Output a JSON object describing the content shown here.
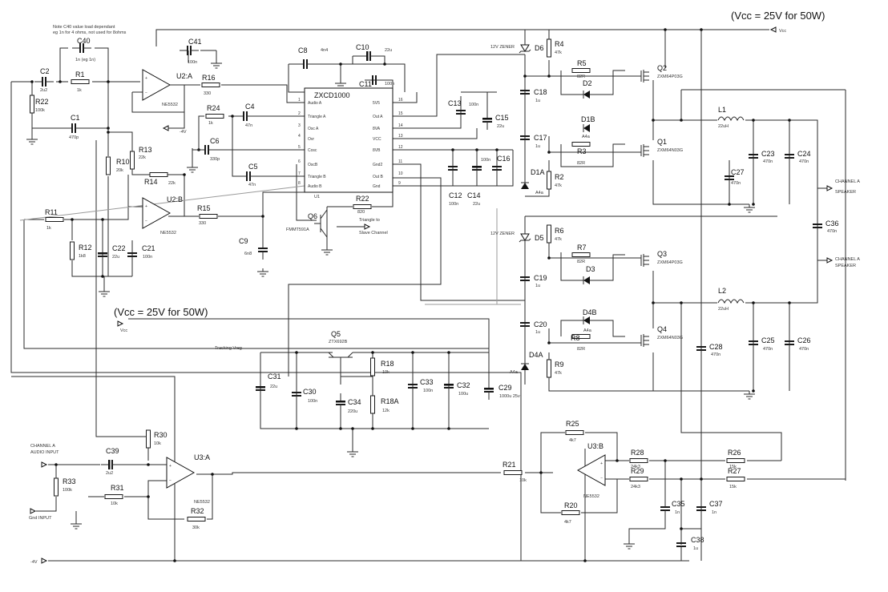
{
  "headers": {
    "vcc_right": "(Vcc = 25V for 50W)",
    "vcc_left": "(Vcc = 25V for 50W)"
  },
  "note": {
    "line1": "Note C40 value load dependant",
    "line2": "eg 1n for 4 ohms, not used for 8ohms"
  },
  "ic": {
    "name": "ZXCD1000",
    "ref": "U1",
    "pins_left": [
      {
        "num": "1",
        "name": "Audio A"
      },
      {
        "num": "2",
        "name": "Triangle A"
      },
      {
        "num": "3",
        "name": "Osc A"
      },
      {
        "num": "4",
        "name": "Ovr"
      },
      {
        "num": "5",
        "name": "Cosc"
      },
      {
        "num": "6",
        "name": "OscB"
      },
      {
        "num": "7",
        "name": "Triangle B"
      },
      {
        "num": "8",
        "name": "Audio B"
      }
    ],
    "pins_right": [
      {
        "num": "16",
        "name": "5V5"
      },
      {
        "num": "15",
        "name": "Out A"
      },
      {
        "num": "14",
        "name": "8VA"
      },
      {
        "num": "13",
        "name": "VCC"
      },
      {
        "num": "12",
        "name": "8VB"
      },
      {
        "num": "11",
        "name": "Gnd2"
      },
      {
        "num": "10",
        "name": "Out B"
      },
      {
        "num": "9",
        "name": "Gnd"
      }
    ]
  },
  "opamps": [
    {
      "ref": "U2:A",
      "part": "NE5532"
    },
    {
      "ref": "U2:B",
      "part": "NE5532"
    },
    {
      "ref": "U3:A",
      "part": "NE5532"
    },
    {
      "ref": "U3:B",
      "part": "NE5532"
    }
  ],
  "capacitors": {
    "C1": {
      "ref": "C1",
      "val": "470p"
    },
    "C2": {
      "ref": "C2",
      "val": "2u2"
    },
    "C4": {
      "ref": "C4",
      "val": "47n"
    },
    "C5": {
      "ref": "C5",
      "val": "47n"
    },
    "C6": {
      "ref": "C6",
      "val": "330p"
    },
    "C8": {
      "ref": "C8",
      "val": "4n4"
    },
    "C9": {
      "ref": "C9",
      "val": "6n8"
    },
    "C10": {
      "ref": "C10",
      "val": "22u"
    },
    "C11": {
      "ref": "C11",
      "val": "100n"
    },
    "C12": {
      "ref": "C12",
      "val": "100n"
    },
    "C13": {
      "ref": "C13",
      "val": "100n"
    },
    "C14": {
      "ref": "C14",
      "val": "22u"
    },
    "C15": {
      "ref": "C15",
      "val": "22u"
    },
    "C16": {
      "ref": "C16",
      "val": "100n"
    },
    "C17": {
      "ref": "C17",
      "val": "1u"
    },
    "C18": {
      "ref": "C18",
      "val": "1u"
    },
    "C19": {
      "ref": "C19",
      "val": "1u"
    },
    "C20": {
      "ref": "C20",
      "val": "1u"
    },
    "C21": {
      "ref": "C21",
      "val": "100n"
    },
    "C22": {
      "ref": "C22",
      "val": "22u"
    },
    "C23": {
      "ref": "C23",
      "val": "470n"
    },
    "C24": {
      "ref": "C24",
      "val": "470n"
    },
    "C25": {
      "ref": "C25",
      "val": "470n"
    },
    "C26": {
      "ref": "C26",
      "val": "470n"
    },
    "C27": {
      "ref": "C27",
      "val": "470n"
    },
    "C28": {
      "ref": "C28",
      "val": "470n"
    },
    "C29": {
      "ref": "C29",
      "val": "1000u 25v"
    },
    "C30": {
      "ref": "C30",
      "val": "100n"
    },
    "C31": {
      "ref": "C31",
      "val": "22u"
    },
    "C32": {
      "ref": "C32",
      "val": "100u"
    },
    "C33": {
      "ref": "C33",
      "val": "100n"
    },
    "C34": {
      "ref": "C34",
      "val": "220u"
    },
    "C35": {
      "ref": "C35",
      "val": "1n"
    },
    "C36": {
      "ref": "C36",
      "val": "470n"
    },
    "C37": {
      "ref": "C37",
      "val": "1n"
    },
    "C38": {
      "ref": "C38",
      "val": "1u"
    },
    "C39": {
      "ref": "C39",
      "val": "2u2"
    },
    "C40": {
      "ref": "C40",
      "val": "1n (eg 1n)"
    },
    "C41": {
      "ref": "C41",
      "val": "100n"
    }
  },
  "resistors": {
    "R1": {
      "ref": "R1",
      "val": "1k"
    },
    "R2": {
      "ref": "R2",
      "val": "47k"
    },
    "R3": {
      "ref": "R3",
      "val": "82R"
    },
    "R4": {
      "ref": "R4",
      "val": "47k"
    },
    "R5": {
      "ref": "R5",
      "val": "82R"
    },
    "R6": {
      "ref": "R6",
      "val": "47k"
    },
    "R7": {
      "ref": "R7",
      "val": "82R"
    },
    "R8": {
      "ref": "R8",
      "val": "82R"
    },
    "R9": {
      "ref": "R9",
      "val": "47k"
    },
    "R10": {
      "ref": "R10",
      "val": "20k"
    },
    "R11": {
      "ref": "R11",
      "val": "1k"
    },
    "R12": {
      "ref": "R12",
      "val": "1k8"
    },
    "R13": {
      "ref": "R13",
      "val": "22k"
    },
    "R14": {
      "ref": "R14",
      "val": "22k"
    },
    "R15": {
      "ref": "R15",
      "val": "330"
    },
    "R16": {
      "ref": "R16",
      "val": "330"
    },
    "R18": {
      "ref": "R18",
      "val": "10k"
    },
    "R18A": {
      "ref": "R18A",
      "val": "12k"
    },
    "R20": {
      "ref": "R20",
      "val": "4k7"
    },
    "R21": {
      "ref": "R21",
      "val": "10k"
    },
    "R22": {
      "ref": "R22",
      "val": "820"
    },
    "R24": {
      "ref": "R24",
      "val": "1k"
    },
    "R25": {
      "ref": "R25",
      "val": "4k7"
    },
    "R26": {
      "ref": "R26",
      "val": "15k"
    },
    "R27": {
      "ref": "R27",
      "val": "15k"
    },
    "R28": {
      "ref": "R28",
      "val": "24k3"
    },
    "R29": {
      "ref": "R29",
      "val": "24k3"
    },
    "R30": {
      "ref": "R30",
      "val": "10k"
    },
    "R31": {
      "ref": "R31",
      "val": "10k"
    },
    "R32": {
      "ref": "R32",
      "val": "30k"
    },
    "R33": {
      "ref": "R33",
      "val": "100k"
    },
    "R22b": {
      "ref": "R22",
      "val": "100k"
    }
  },
  "diodes": {
    "D1A": {
      "ref": "D1A",
      "val": "A4a"
    },
    "D1B": {
      "ref": "D1B",
      "val": "A4a"
    },
    "D2": {
      "ref": "D2",
      "val": ""
    },
    "D3": {
      "ref": "D3",
      "val": ""
    },
    "D4A": {
      "ref": "D4A",
      "val": "A4a"
    },
    "D4B": {
      "ref": "D4B",
      "val": "A4a"
    },
    "D5": {
      "ref": "D5",
      "val": ""
    },
    "D6": {
      "ref": "D6",
      "val": ""
    }
  },
  "transistors": {
    "Q1": {
      "ref": "Q1",
      "val": "ZXM64N03G"
    },
    "Q2": {
      "ref": "Q2",
      "val": "ZXM64P03G"
    },
    "Q3": {
      "ref": "Q3",
      "val": "ZXM64P03G"
    },
    "Q4": {
      "ref": "Q4",
      "val": "ZXM64N03G"
    },
    "Q5": {
      "ref": "Q5",
      "val": "ZTX692B"
    },
    "Q6": {
      "ref": "Q6",
      "val": "FMMT591A"
    }
  },
  "inductors": {
    "L1": {
      "ref": "L1",
      "val": "22uH"
    },
    "L2": {
      "ref": "L2",
      "val": "22uH"
    }
  },
  "labels": {
    "vcc_top": "Vcc",
    "vcc_left": "Vcc",
    "tracking": "Tracking Vreg",
    "neg4v_top": "-4V",
    "neg4v_bottom": "-4V",
    "zener1": "12V ZENER",
    "zener2": "12V ZENER",
    "triangle_slave_1": "Triangle to",
    "triangle_slave_2": "Slave Channel",
    "channel_a_1": "CHANNEL A",
    "channel_a_2": "AUDIO INPUT",
    "gnd_input": "Gnd INPUT",
    "spk_a_1": "CHANNEL A",
    "spk_a_2": "SPEAKER",
    "spk_b_1": "CHANNEL A",
    "spk_b_2": "SPEAKER"
  }
}
